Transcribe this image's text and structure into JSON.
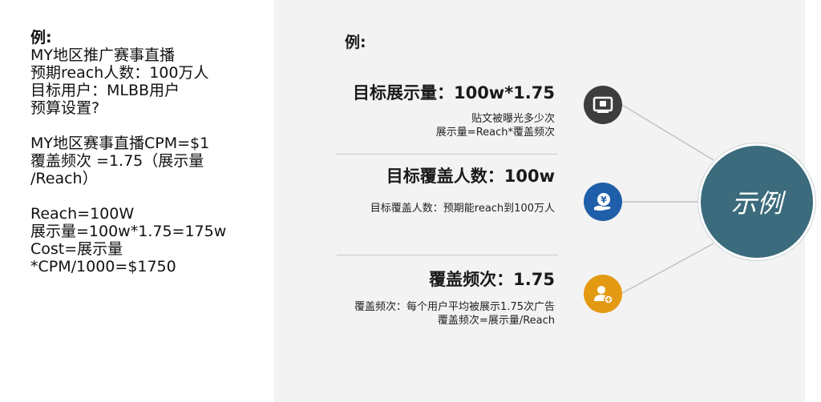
{
  "left": {
    "lines": [
      {
        "text": "例:",
        "bold": true
      },
      {
        "text": "MY地区推广赛事直播"
      },
      {
        "text": "预期reach人数：100万人"
      },
      {
        "text": "目标用户：MLBB用户"
      },
      {
        "text": "预算设置?"
      },
      {
        "text": "",
        "gap": true
      },
      {
        "text": "MY地区赛事直播CPM=$1"
      },
      {
        "text": "覆盖频次 =1.75（展示量"
      },
      {
        "text": "/Reach）"
      },
      {
        "text": "",
        "gap": true
      },
      {
        "text": "Reach=100W"
      },
      {
        "text": "展示量=100w*1.75=175w"
      },
      {
        "text": "Cost=展示量"
      },
      {
        "text": "*CPM/1000=$1750"
      }
    ]
  },
  "panel": {
    "title": "例:",
    "items": [
      {
        "heading": "目标展示量：100w*1.75",
        "subs": [
          "贴文被曝光多少次",
          "展示量=Reach*覆盖频次"
        ],
        "icon": "monitor-shield-icon",
        "icon_color": "#3d3d3d"
      },
      {
        "heading": "目标覆盖人数：100w",
        "subs": [
          "目标覆盖人数：预期能reach到100万人"
        ],
        "icon": "yen-hand-icon",
        "icon_color": "#1f5ea8"
      },
      {
        "heading": "覆盖频次：1.75",
        "subs": [
          "覆盖频次：每个用户平均被展示1.75次广告",
          "覆盖频次=展示量/Reach"
        ],
        "icon": "add-user-icon",
        "icon_color": "#e39a12"
      }
    ],
    "hub_label": "示例",
    "hub_color": "#3b6b7c"
  }
}
